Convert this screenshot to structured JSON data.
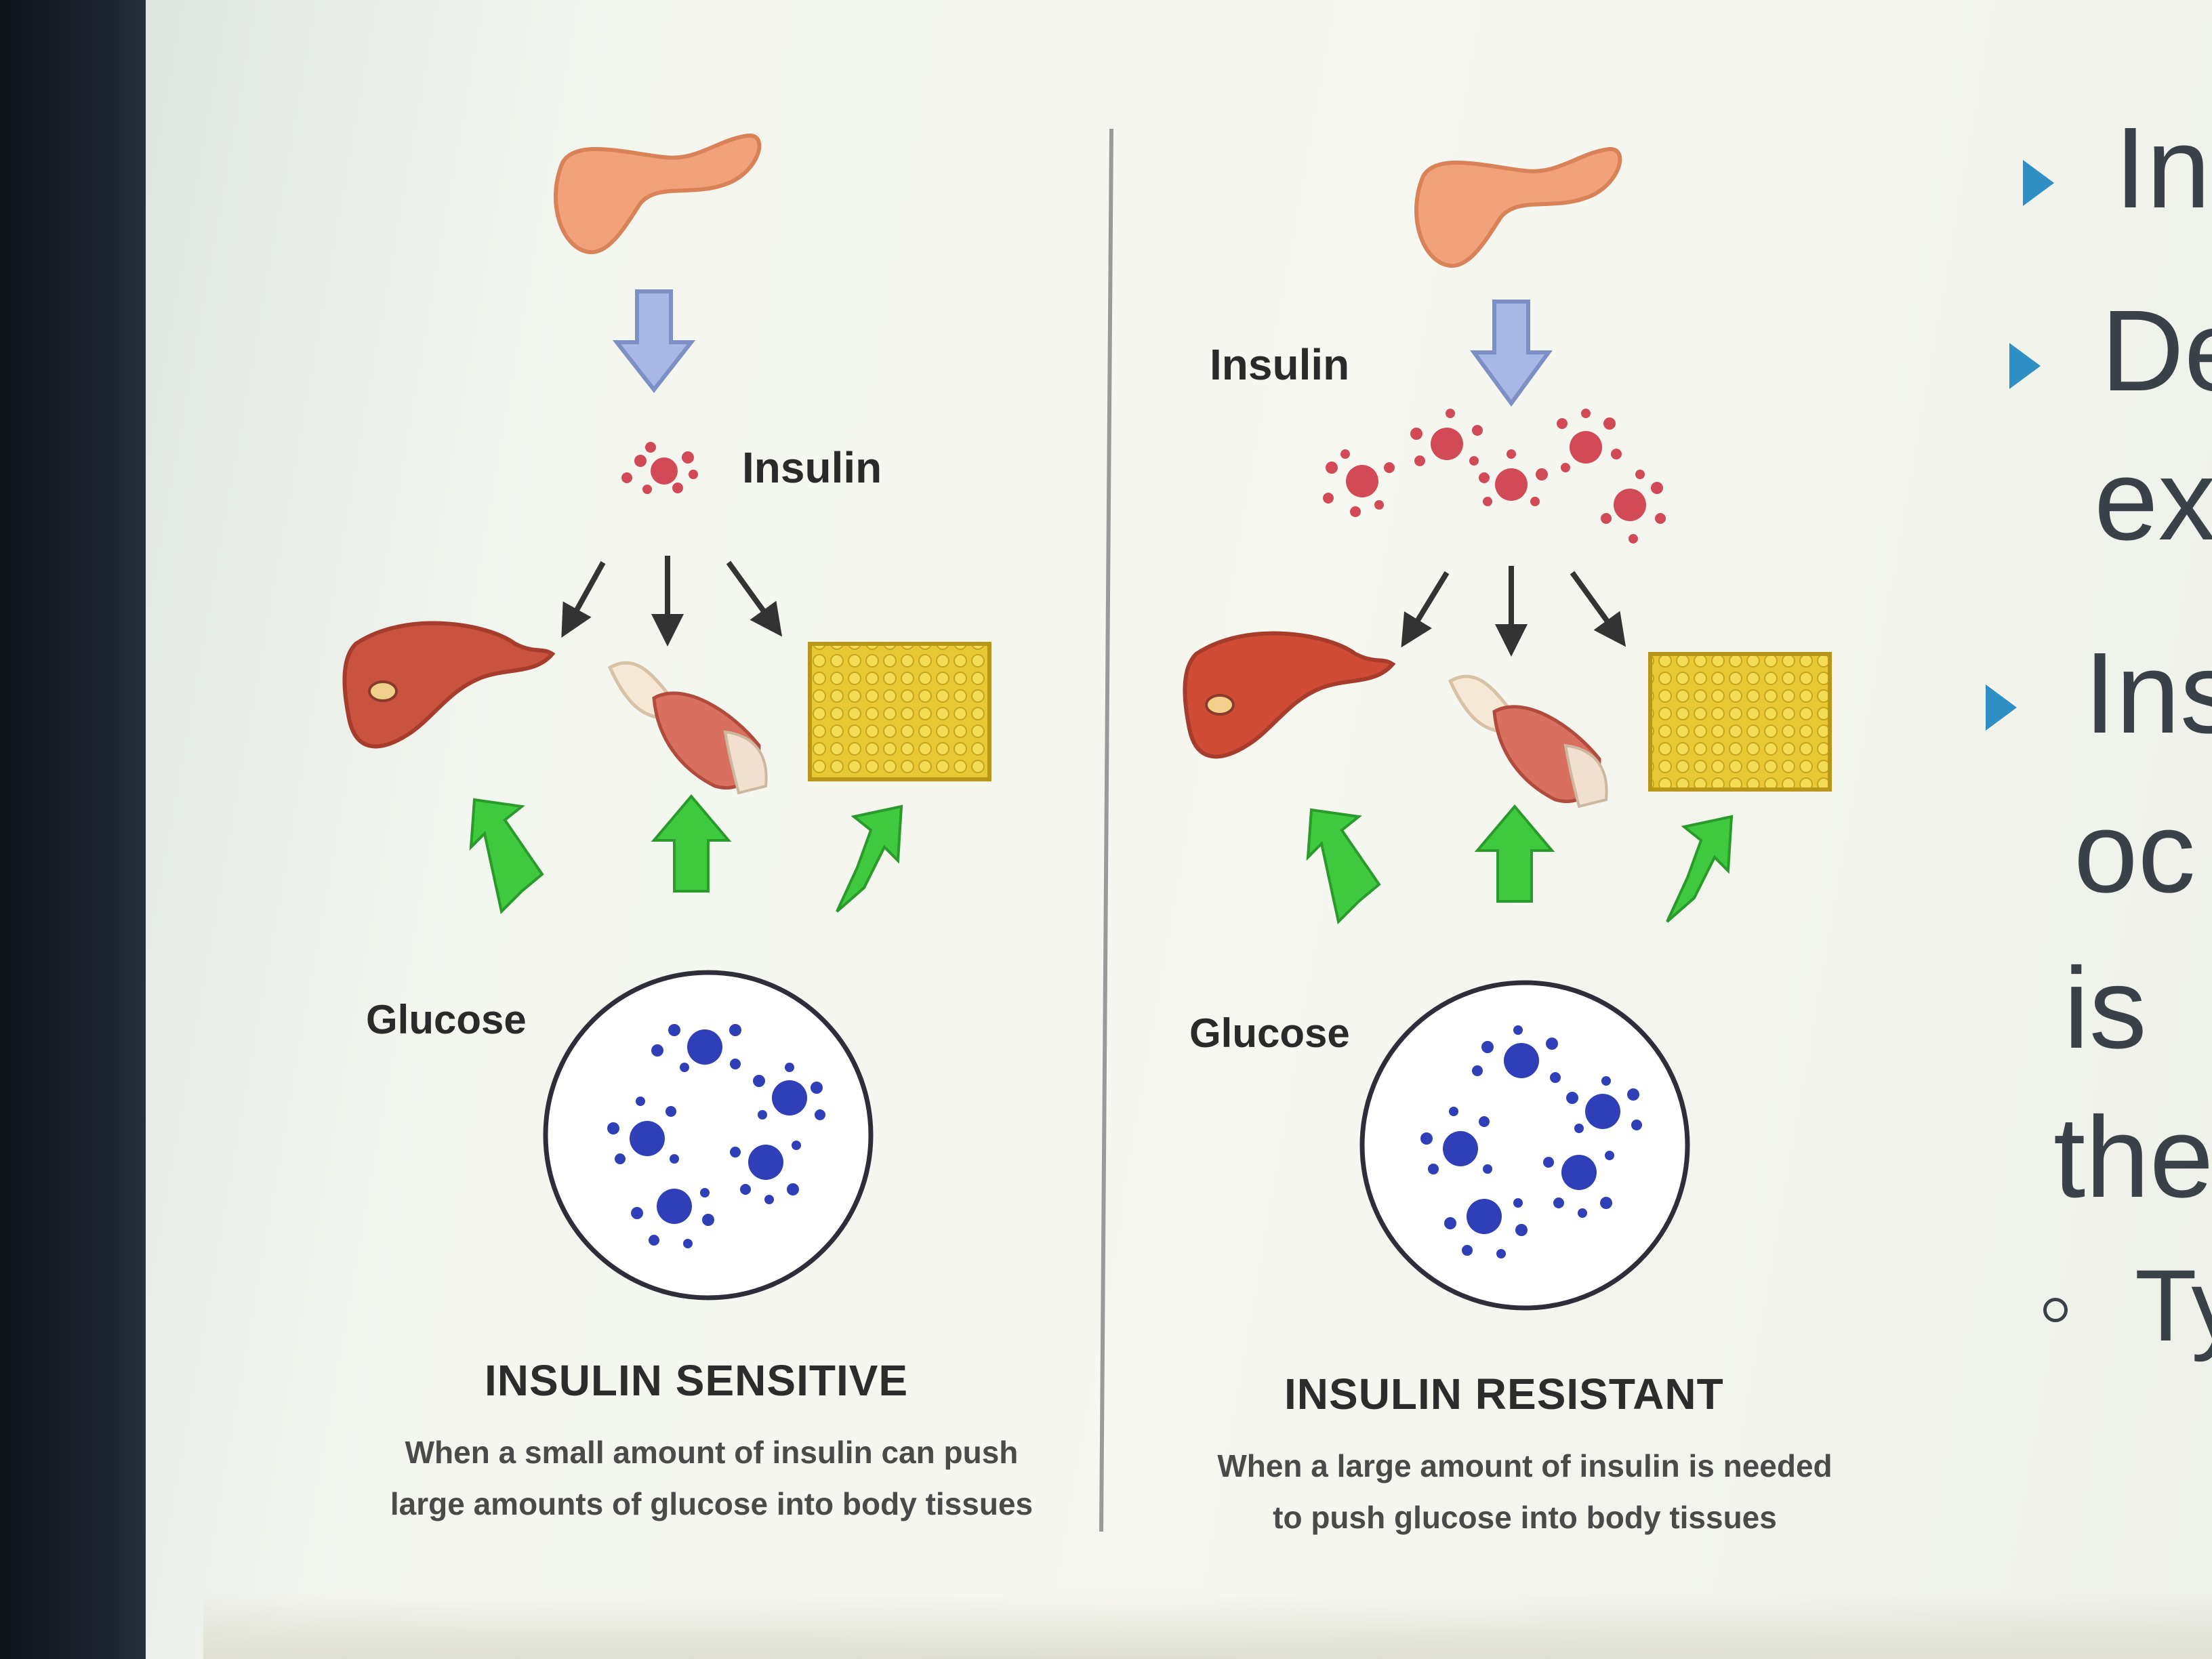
{
  "diagram": {
    "left_panel": {
      "insulin_label": "Insulin",
      "glucose_label": "Glucose",
      "heading": "INSULIN SENSITIVE",
      "caption_line1": "When a small amount of insulin can push",
      "caption_line2": "large amounts of glucose into body tissues"
    },
    "right_panel": {
      "insulin_label": "Insulin",
      "glucose_label": "Glucose",
      "heading": "INSULIN RESISTANT",
      "caption_line1": "When a large amount of insulin is needed",
      "caption_line2": "to push glucose into body tissues"
    },
    "colors": {
      "pancreas": "#f2a27a",
      "liver": "#c9533e",
      "fat": "#e8c832",
      "insulin": "#d24a55",
      "glucose": "#2f3fb8",
      "glucose_arrow": "#3ec93e",
      "insulin_arrow": "#a7b8e6"
    }
  },
  "slide_bullets": [
    {
      "marker": "triangle",
      "text": "In"
    },
    {
      "marker": "triangle",
      "text": "De"
    },
    {
      "marker": "none",
      "text": "ex"
    },
    {
      "marker": "triangle",
      "text": "Ins"
    },
    {
      "marker": "none",
      "text": "oc"
    },
    {
      "marker": "none",
      "text": "is"
    },
    {
      "marker": "none",
      "text": "the"
    },
    {
      "marker": "circle",
      "text": "Ty"
    }
  ]
}
